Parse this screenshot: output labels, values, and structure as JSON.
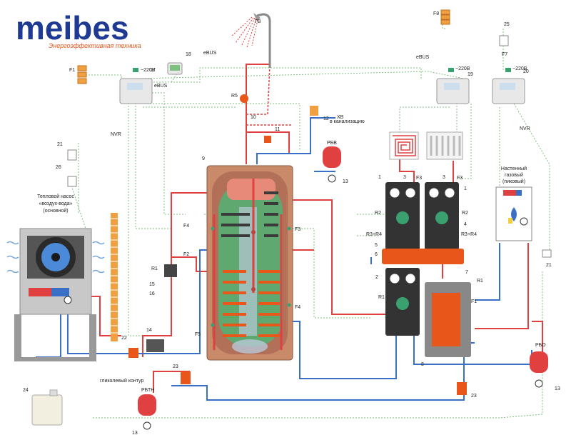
{
  "brand": {
    "logo_text": "meibes",
    "tagline": "Энергоэффективная техника",
    "logo_color": "#1f3a93",
    "tagline_color": "#e8561a"
  },
  "colors": {
    "hot": "#e04040",
    "cold": "#3a6fc8",
    "signal": "#7fbf7f",
    "orange_panel": "#f0a040",
    "tank_body": "#c98a6a",
    "green_zone": "#3aa070"
  },
  "labels": {
    "gv": "ГВ",
    "xv": "ХВ",
    "drain": "в канализацию",
    "heat_pump": [
      "Тепловой насос",
      "«воздух-вода»",
      "(основной)"
    ],
    "gas_boiler": [
      "Настенный",
      "газовый",
      "(пиковый)"
    ],
    "glycol": "гликолевый контур",
    "ebus": "eBUS",
    "nvr": "NVR",
    "voltage": "~220В",
    "r1": "R1",
    "r2": "R2",
    "r5": "R5",
    "r3r4": "R3+R4",
    "f1": "F1",
    "f2": "F2",
    "f3": "F3",
    "f4": "F4",
    "f5": "F5",
    "f7": "F7",
    "f8": "F8",
    "rbv": "РБВ",
    "rbo": "РБО",
    "rbtn": "РБТН"
  },
  "numbers": {
    "n1": "1",
    "n2": "2",
    "n3": "3",
    "n4": "4",
    "n5": "5",
    "n6": "6",
    "n7": "7",
    "n8": "8",
    "n9": "9",
    "n10": "10",
    "n11": "11",
    "n12": "12",
    "n13": "13",
    "n14": "14",
    "n15": "15",
    "n16": "16",
    "n17": "17",
    "n18": "18",
    "n19": "19",
    "n20": "20",
    "n21": "21",
    "n22": "22",
    "n23": "23",
    "n24": "24",
    "n25": "25",
    "n26": "26"
  },
  "icons": [
    "shower-icon",
    "fan-icon",
    "radiator-icon",
    "floor-heating-icon",
    "flame-icon",
    "pump-icon",
    "expansion-tank-icon",
    "canister-icon",
    "thermostat-icon",
    "plug-icon"
  ]
}
